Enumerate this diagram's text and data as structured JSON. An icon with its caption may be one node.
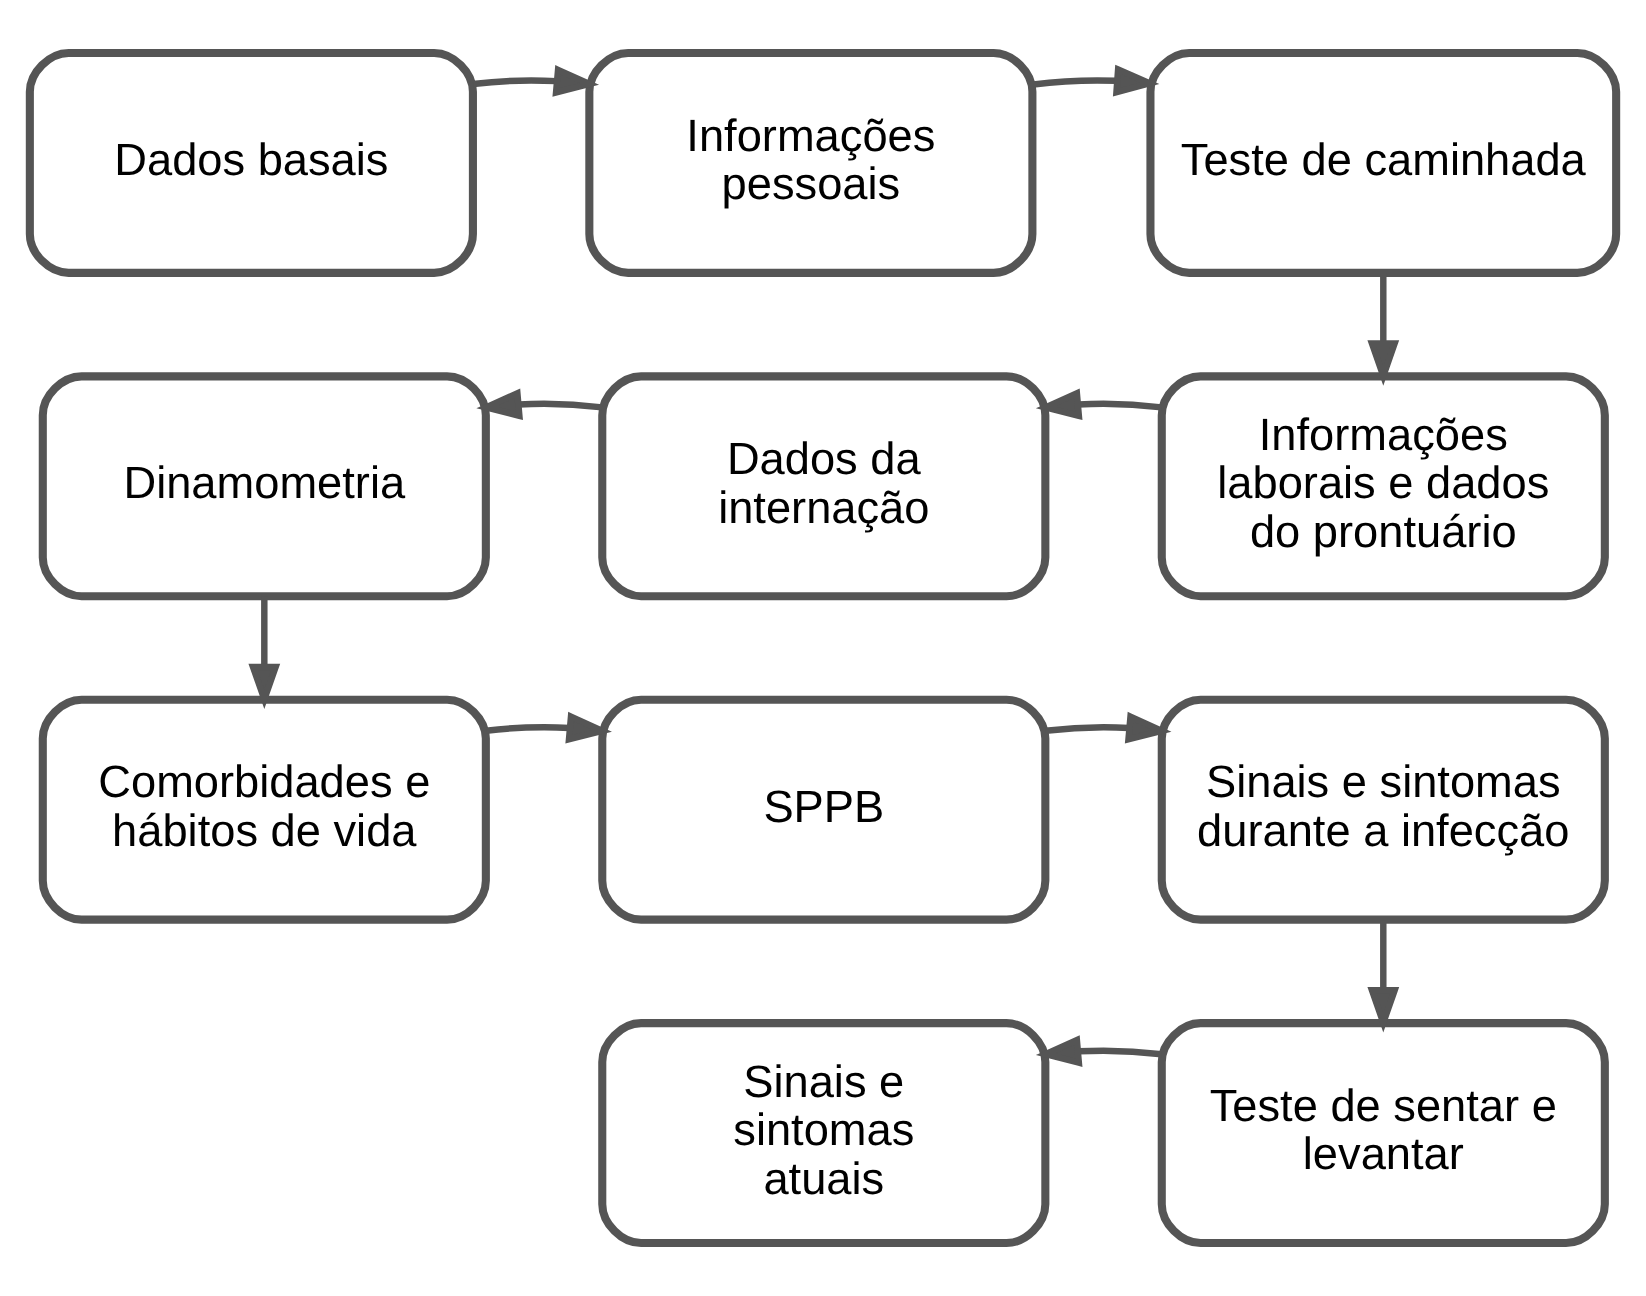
{
  "diagram": {
    "nodes": [
      {
        "text": [
          "Dados basais"
        ]
      },
      {
        "text": [
          "Informações pessoais"
        ]
      },
      {
        "text": [
          "Teste de caminhada"
        ]
      },
      {
        "text": [
          "Informações laborais e dados do prontuário"
        ]
      },
      {
        "text": [
          "Dados da internação"
        ]
      },
      {
        "text": [
          "Dinamometria"
        ]
      },
      {
        "text": [
          "Comorbidades e hábitos de vida"
        ]
      },
      {
        "text": [
          "SPPB"
        ]
      },
      {
        "text": [
          "Sinais e sintomas durante a infecção"
        ]
      },
      {
        "text": [
          "Teste de sentar e levantar"
        ]
      },
      {
        "text": [
          "Sinais e sintomas atuais"
        ]
      }
    ],
    "edges": [
      {
        "from": 0,
        "to": 1,
        "arrow": "to"
      },
      {
        "from": 1,
        "to": 2,
        "arrow": "to"
      },
      {
        "from": 2,
        "to": 3,
        "arrow": "to"
      },
      {
        "from": 3,
        "to": 4,
        "arrow": "to"
      },
      {
        "from": 4,
        "to": 5,
        "arrow": "to"
      },
      {
        "from": 5,
        "to": 6,
        "arrow": "to"
      },
      {
        "from": 6,
        "to": 7,
        "arrow": "to"
      },
      {
        "from": 7,
        "to": 8,
        "arrow": "to"
      },
      {
        "from": 8,
        "to": 9,
        "arrow": "to"
      },
      {
        "from": 9,
        "to": 10,
        "arrow": "to"
      }
    ]
  }
}
